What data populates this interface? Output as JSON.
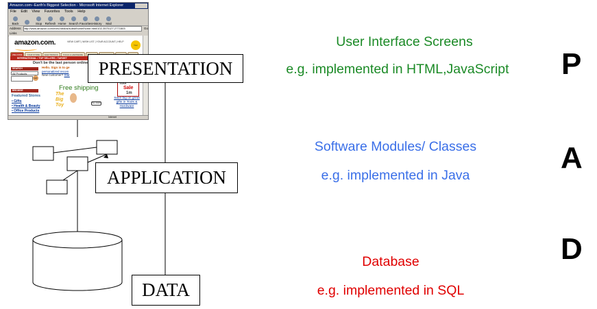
{
  "browser": {
    "title_bar": "Amazon.com--Earth's Biggest Selection - Microsoft Internet Explorer",
    "menu": [
      "File",
      "Edit",
      "View",
      "Favorites",
      "Tools",
      "Help"
    ],
    "toolbar": [
      "Back",
      "",
      "Stop",
      "Refresh",
      "Home",
      "Search",
      "Favorites",
      "History",
      "Mail"
    ],
    "address_label": "Address",
    "address_value": "http://www.amazon.com/exec/obidos/subst/home/home.html/102-3570127-2771503",
    "go_label": "Go",
    "links_label": "Links",
    "status_zone": "Internet",
    "page": {
      "logo": "amazon.com.",
      "top_links": "VIEW CART | WISH LIST | YOUR ACCOUNT | HELP",
      "your_store": "Your Store",
      "tabs": [
        "WELCOME",
        "YOUR STORE",
        "ELECTRONICS",
        "TOOLS & HARDWARE",
        "KITCHEN",
        "MAGAZINES",
        "ZSHOPS",
        "BOOKS"
      ],
      "subnav": "INTERNATIONAL  • TOP SELLERS  • TARGET",
      "tagline": "Don't be the last person online",
      "search_heading": "SEARCH",
      "search_select": "All Products",
      "search_go": "GO",
      "hello_line1": "Hello. Sign in to ge",
      "hello_line2": "personalized recom",
      "hello_line3_prefix": "New customer? ",
      "hello_line3_link": "Star",
      "browse_heading": "BROWSE",
      "featured_heading": "Featured Stores",
      "featured_items": [
        "Gifts",
        "Health & Beauty",
        "Office Products"
      ],
      "free_shipping": "Free shipping",
      "big_toy": "The Big Toy",
      "see_details": "See details",
      "tool_sale_line1": "Tool",
      "tool_sale_line2": "Sale",
      "tool_sale_line3": "1m",
      "save_big": "Save big on great gifts in Tools & Hardware"
    }
  },
  "tiers": {
    "presentation": {
      "box_label": "PRESENTATION",
      "title": "User Interface Screens",
      "impl": "e.g. implemented in HTML,JavaScript",
      "letter": "P",
      "color": "#1b8a26"
    },
    "application": {
      "box_label": "APPLICATION",
      "title": "Software Modules/ Classes",
      "impl": "e.g. implemented in Java",
      "letter": "A",
      "color": "#3a6fe8"
    },
    "data": {
      "box_label": "DATA",
      "title": "Database",
      "impl": "e.g. implemented in SQL",
      "letter": "D",
      "color": "#e00000"
    }
  }
}
